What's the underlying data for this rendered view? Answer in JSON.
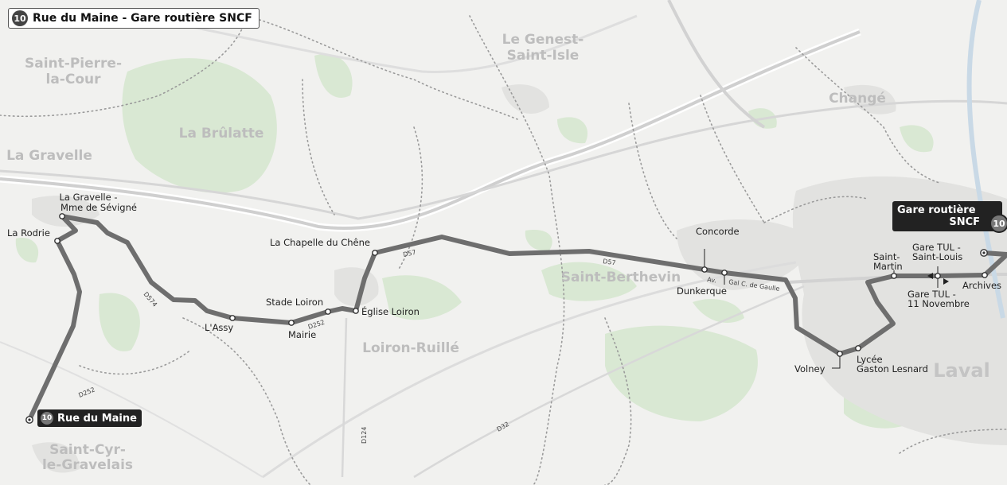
{
  "header": {
    "line_number": "10",
    "title": "Rue du Maine - Gare routière SNCF"
  },
  "colors": {
    "route": "#6e6e6e",
    "background": "#f1f1ef",
    "forest": "#d9e8d3",
    "urban": "#e2e2e0",
    "town_label": "#bdbdbd"
  },
  "towns": [
    {
      "id": "saint-pierre-la-cour",
      "line1": "Saint-Pierre-",
      "line2": "la-Cour"
    },
    {
      "id": "le-genest-saint-isle",
      "line1": "Le Genest-",
      "line2": "Saint-Isle"
    },
    {
      "id": "change",
      "line1": "Changé",
      "line2": ""
    },
    {
      "id": "la-brulatte",
      "line1": "La Brûlatte",
      "line2": ""
    },
    {
      "id": "la-gravelle",
      "line1": "La Gravelle",
      "line2": ""
    },
    {
      "id": "saint-berthevin",
      "line1": "Saint-Berthevin",
      "line2": ""
    },
    {
      "id": "loiron-ruille",
      "line1": "Loiron-Ruillé",
      "line2": ""
    },
    {
      "id": "laval",
      "line1": "Laval",
      "line2": ""
    },
    {
      "id": "saint-cyr-le-gravelais",
      "line1": "Saint-Cyr-",
      "line2": "le-Gravelais"
    }
  ],
  "stops": [
    {
      "id": "la-gravelle-mme-de-sevigne",
      "line1": "La Gravelle -",
      "line2": "Mme de Sévigné"
    },
    {
      "id": "la-rodrie",
      "line1": "La Rodrie",
      "line2": ""
    },
    {
      "id": "l-assy",
      "line1": "L'Assy",
      "line2": ""
    },
    {
      "id": "mairie",
      "line1": "Mairie",
      "line2": ""
    },
    {
      "id": "stade-loiron",
      "line1": "Stade Loiron",
      "line2": ""
    },
    {
      "id": "eglise-loiron",
      "line1": "Église Loiron",
      "line2": ""
    },
    {
      "id": "la-chapelle-du-chene",
      "line1": "La Chapelle du Chêne",
      "line2": ""
    },
    {
      "id": "concorde",
      "line1": "Concorde",
      "line2": ""
    },
    {
      "id": "dunkerque",
      "line1": "Dunkerque",
      "line2": ""
    },
    {
      "id": "volney",
      "line1": "Volney",
      "line2": ""
    },
    {
      "id": "lycee-gaston-lesnard",
      "line1": "Lycée",
      "line2": "Gaston Lesnard"
    },
    {
      "id": "saint-martin",
      "line1": "Saint-",
      "line2": "Martin"
    },
    {
      "id": "gare-tul-saint-louis",
      "line1": "Gare TUL -",
      "line2": "Saint-Louis"
    },
    {
      "id": "gare-tul-11-novembre",
      "line1": "Gare TUL -",
      "line2": "11 Novembre"
    },
    {
      "id": "archives",
      "line1": "Archives",
      "line2": ""
    }
  ],
  "roads": [
    "D574",
    "D252",
    "D57",
    "D57",
    "D252",
    "D124",
    "D32",
    "Av.",
    "Gal C. de Gaulle"
  ],
  "termini": {
    "end": {
      "line_number": "10",
      "label": "Rue du Maine"
    },
    "start": {
      "line_number": "10",
      "line1": "Gare routière",
      "line2": "SNCF"
    }
  }
}
